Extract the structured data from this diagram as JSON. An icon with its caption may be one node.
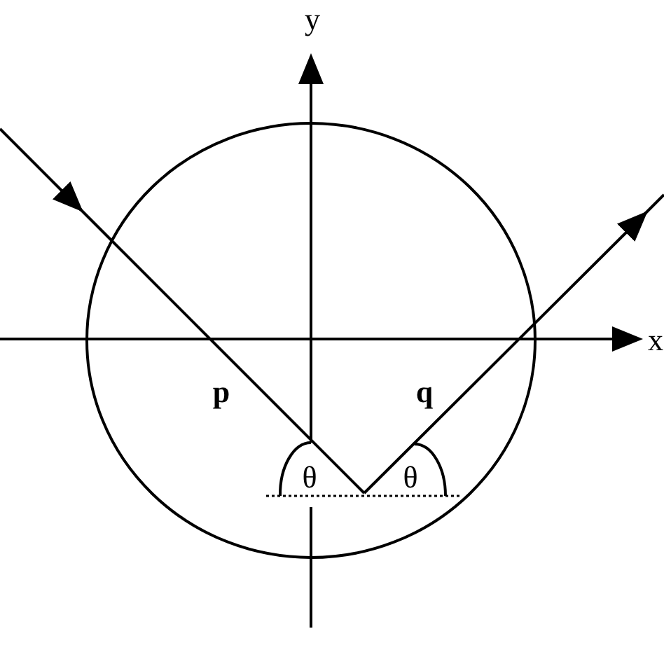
{
  "diagram": {
    "labels": [
      "y",
      "x",
      "p",
      "q",
      "θ",
      "θ"
    ]
  }
}
